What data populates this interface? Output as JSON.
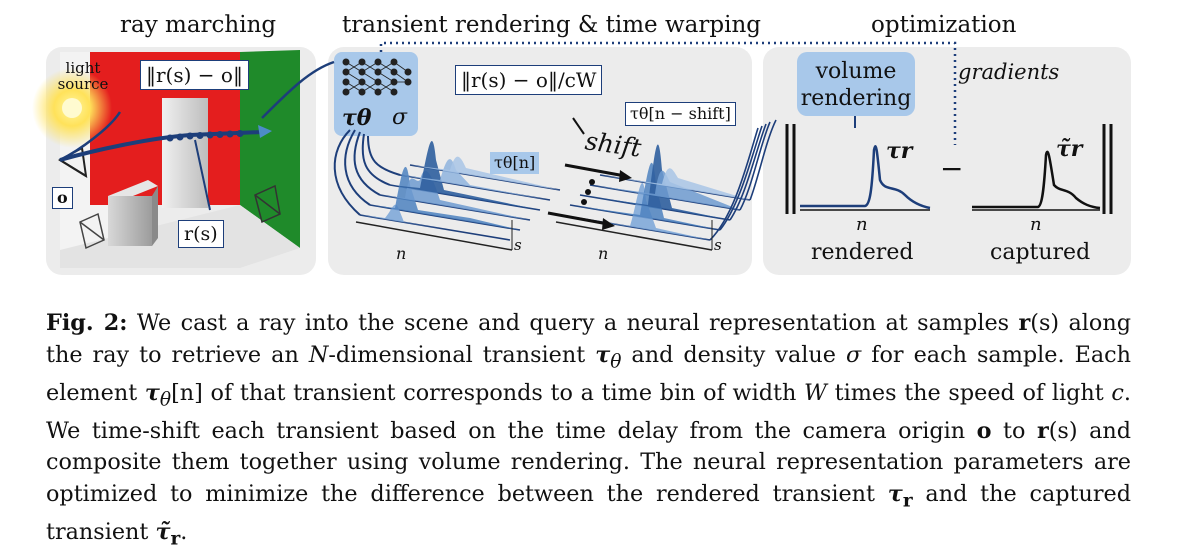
{
  "section_titles": {
    "ray_marching": "ray marching",
    "transient": "transient rendering & time warping",
    "optimization": "optimization"
  },
  "scene": {
    "light_source_label": "light source",
    "norm_label": "‖r(s) − o‖",
    "origin_label": "o",
    "sample_label": "r(s)"
  },
  "network": {
    "tau_label": "τθ",
    "sigma_label": "σ"
  },
  "transient_panel": {
    "tau_n_label": "τθ[n]",
    "n_axis_left": "n",
    "s_axis_left": "s",
    "scaled_norm_label": "‖r(s) − o‖/cW",
    "shift_label": "shift",
    "tau_shift_label": "τθ[n − shift]",
    "n_axis_right": "n",
    "s_axis_right": "s"
  },
  "optimization": {
    "volume_rendering_line1": "volume",
    "volume_rendering_line2": "rendering",
    "gradients_label": "gradients",
    "tau_r_label": "τr",
    "minus_label": "−",
    "tau_r_tilde_label": "τ̃r",
    "n_rendered": "n",
    "n_captured": "n",
    "rendered_label": "rendered",
    "captured_label": "captured"
  },
  "caption": {
    "fig_label": "Fig. 2:",
    "p1": " We cast a ray into the scene and query a neural representation at samples ",
    "rs1": "r",
    "p2": "(s) along the ray to retrieve an ",
    "N": "N",
    "p3": "-dimensional transient ",
    "tau1": "τ",
    "p4": " and density value ",
    "sigma": "σ",
    "p5": " for each sample. Each element ",
    "tau2": "τ",
    "p6": "[n] of that transient corresponds to a time bin of width ",
    "W": "W",
    "p7": " times the speed of light ",
    "c": "c",
    "p8": ". We time-shift each transient based on the time delay from the camera origin ",
    "o": "o",
    "p9": " to ",
    "rs2": "r",
    "p10": "(s) and composite them together using volume rendering. The neural representation parameters are optimized to minimize the difference between the rendered transient ",
    "taur": "τ",
    "p11": " and the captured transient ",
    "taut": "τ̃",
    "p12": "."
  }
}
